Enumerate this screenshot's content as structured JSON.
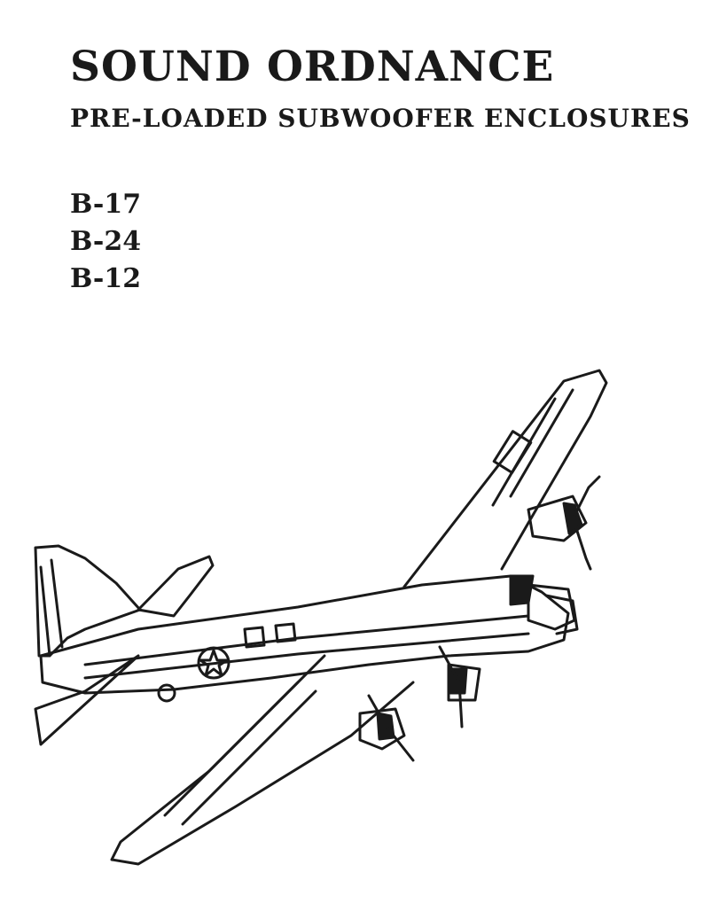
{
  "document": {
    "title": "SOUND ORDNANCE",
    "subtitle": "PRE-LOADED SUBWOOFER ENCLOSURES",
    "models": [
      "B-17",
      "B-24",
      "B-12"
    ]
  },
  "illustration": {
    "icon": "b17-bomber-line-art-icon",
    "color": "#1a1a1a"
  }
}
